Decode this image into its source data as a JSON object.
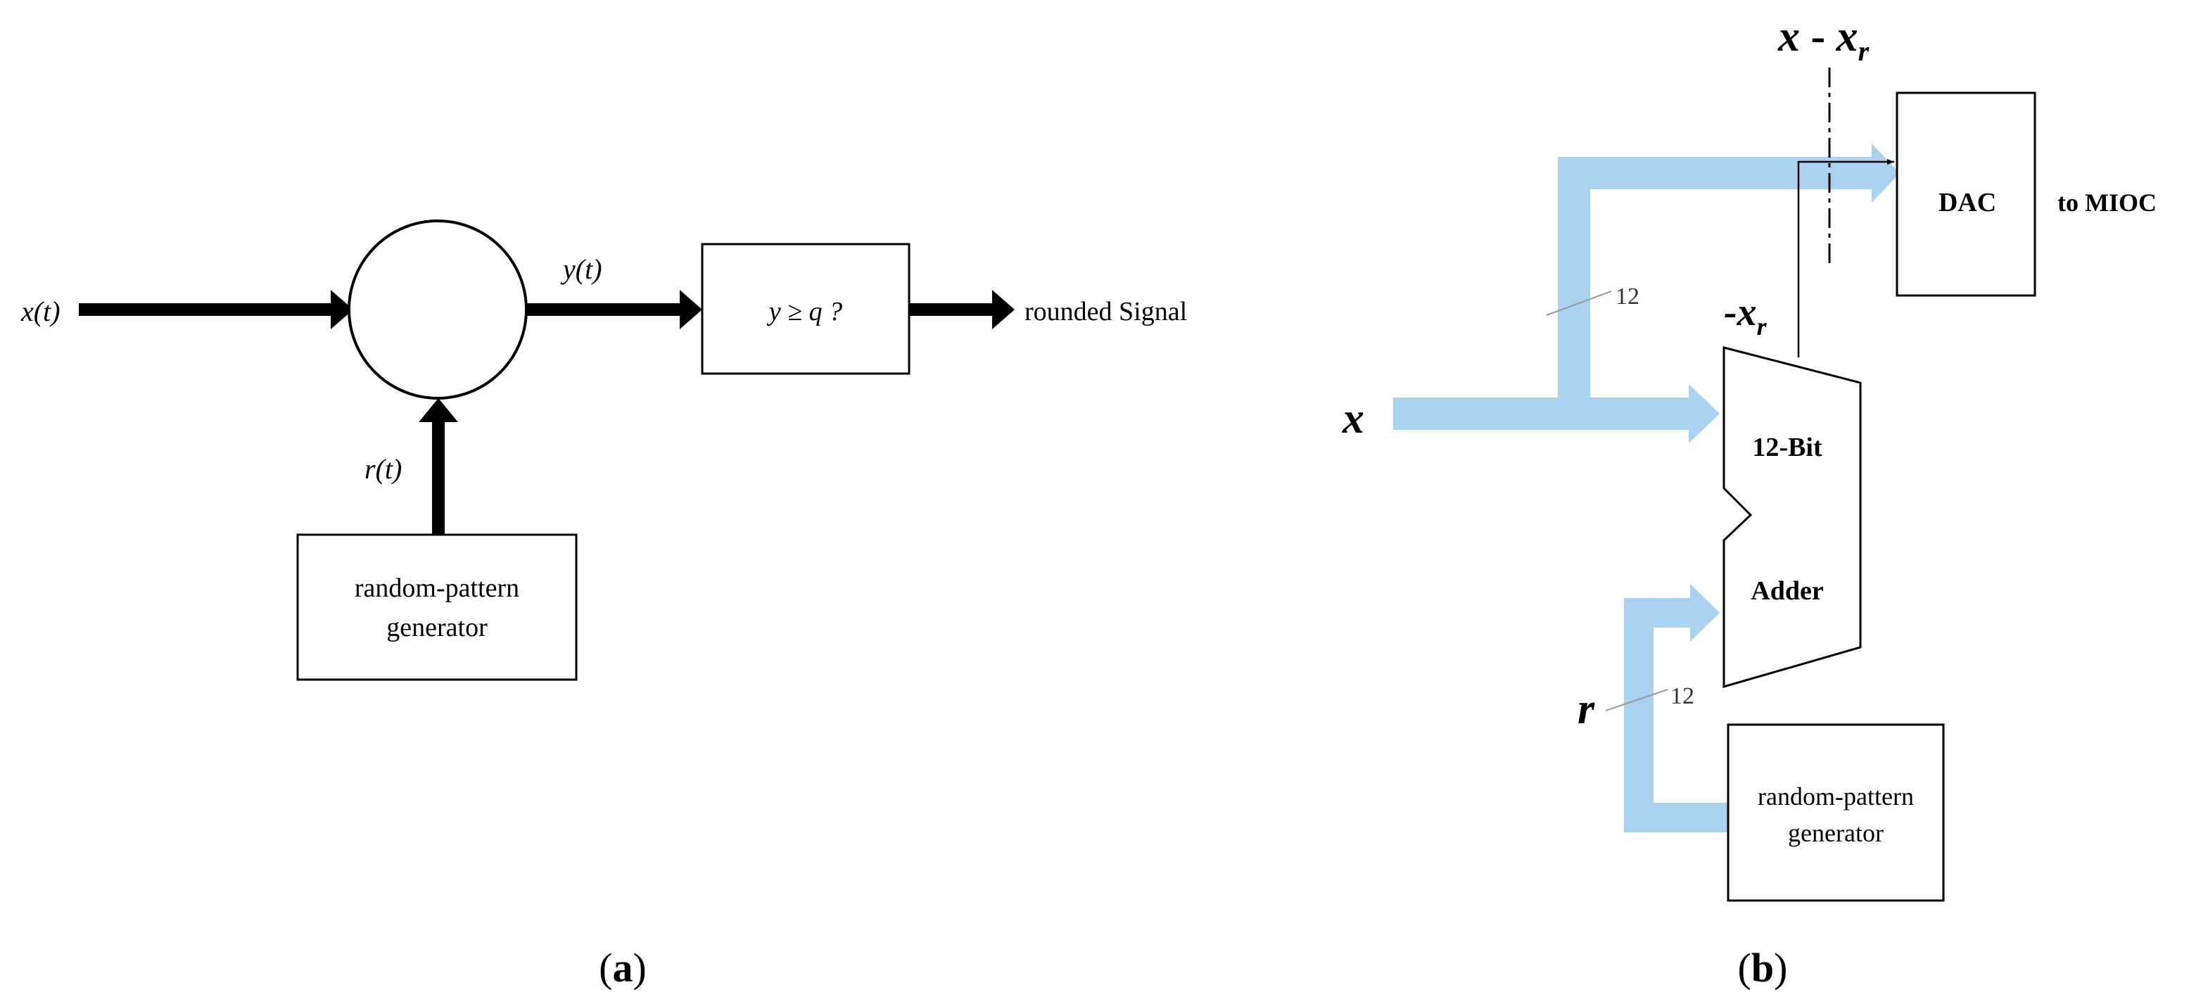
{
  "panel_a": {
    "caption_open": "(",
    "caption_letter": "a",
    "caption_close": ")",
    "input_label": "x(t)",
    "sum_output_label": "y(t)",
    "random_label": "r(t)",
    "generator_line1": "random-pattern",
    "generator_line2": "generator",
    "comparator_label": "y ≥ q ?",
    "output_label": "rounded Signal"
  },
  "panel_b": {
    "caption_open": "(",
    "caption_letter": "b",
    "caption_close": ")",
    "cut_label_x": "x",
    "cut_label_minus": " - ",
    "cut_label_xr": "x",
    "cut_label_xr_sub": "r",
    "dac_label": "DAC",
    "dac_output_label": "to MIOC",
    "bus_width_top": "12",
    "bus_width_bottom": "12",
    "neg_label": "-x",
    "neg_label_sub": "r",
    "input_label": "x",
    "adder_line1": "12-Bit",
    "adder_line2": "Adder",
    "random_input_label": "r",
    "generator_line1": "random-pattern",
    "generator_line2": "generator"
  },
  "colors": {
    "bus": "#a9d2f1",
    "line": "#000000"
  }
}
